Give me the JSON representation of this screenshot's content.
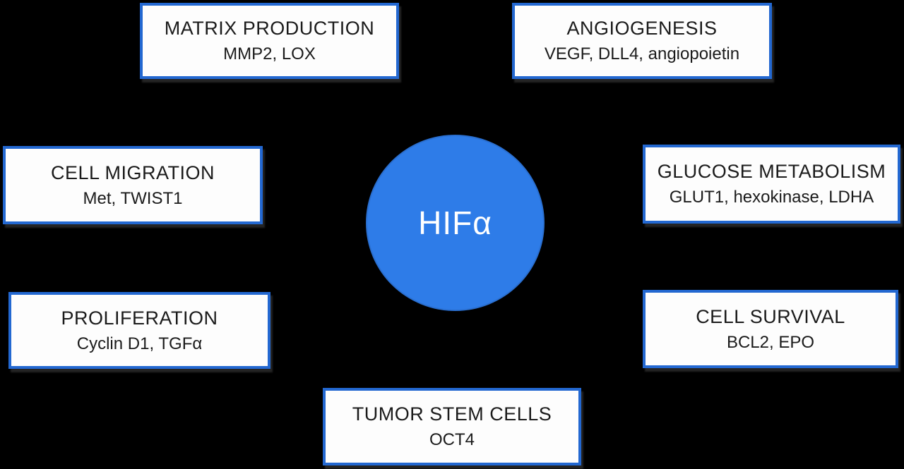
{
  "center": {
    "label": "HIFα"
  },
  "nodes": [
    {
      "id": "matrix-production",
      "title": "MATRIX PRODUCTION",
      "genes": "MMP2, LOX"
    },
    {
      "id": "angiogenesis",
      "title": "ANGIOGENESIS",
      "genes": "VEGF, DLL4, angiopoietin"
    },
    {
      "id": "cell-migration",
      "title": "CELL MIGRATION",
      "genes": "Met, TWIST1"
    },
    {
      "id": "glucose-metabolism",
      "title": "GLUCOSE METABOLISM",
      "genes": "GLUT1, hexokinase, LDHA"
    },
    {
      "id": "proliferation",
      "title": "PROLIFERATION",
      "genes": "Cyclin D1, TGFα"
    },
    {
      "id": "cell-survival",
      "title": "CELL SURVIVAL",
      "genes": "BCL2, EPO"
    },
    {
      "id": "tumor-stem-cells",
      "title": "TUMOR STEM CELLS",
      "genes": "OCT4"
    }
  ],
  "colors": {
    "background": "#000000",
    "box_fill": "#fdfdfd",
    "box_border": "#2368d1",
    "box_text": "#1b1b1b",
    "circle_fill": "#2e7ce8",
    "circle_text": "#ffffff"
  }
}
